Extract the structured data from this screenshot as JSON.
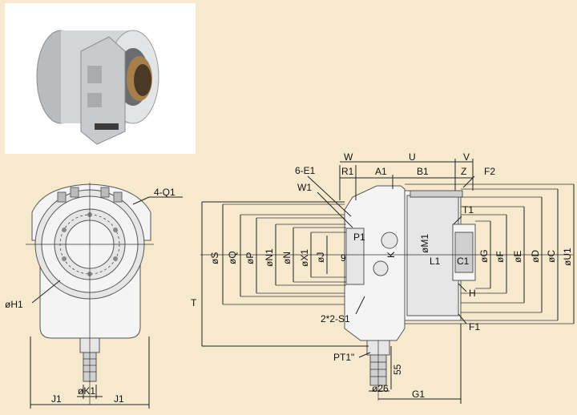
{
  "labels": {
    "Q1": "4-Q1",
    "H1": "øH1",
    "K1": "øK1",
    "J1_left": "J1",
    "J1_right": "J1",
    "T": "T",
    "S": "øS",
    "Q": "øQ",
    "P": "øP",
    "N1": "øN1",
    "N": "øN",
    "X1": "øX1",
    "J": "øJ",
    "nine": "9",
    "E1": "6-E1",
    "W1": "W1",
    "P1": "P1",
    "K": "K",
    "S1": "2*2-S1",
    "PT1": "PT1\"",
    "W": "W",
    "R1": "R1",
    "A1": "A1",
    "B1": "B1",
    "U": "U",
    "Z": "Z",
    "V": "V",
    "F2": "F2",
    "T1": "T1",
    "M1": "øM1",
    "L1": "L1",
    "C1": "C1",
    "G": "øG",
    "F": "øF",
    "E": "øE",
    "D": "øD",
    "C": "øC",
    "U1": "øU1",
    "H": "H",
    "F1": "F1",
    "d55": "55",
    "d26": "ø26",
    "G1": "G1"
  },
  "icons": {
    "photo": "rotary-cylinder-photo"
  },
  "colors": {
    "background": "#f7e9cd",
    "photo_background": "#ffffff"
  }
}
